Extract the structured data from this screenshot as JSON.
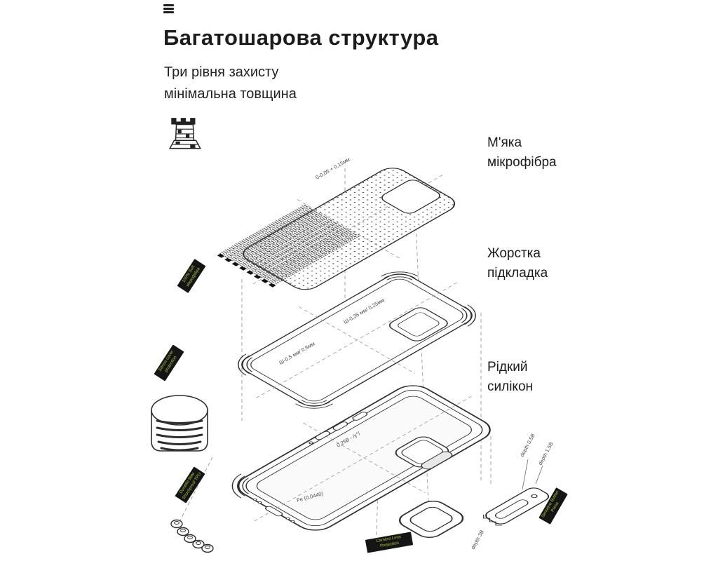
{
  "header": {
    "title": "Багатошарова структура",
    "subtitle_line1": "Три рівня захисту",
    "subtitle_line2": "мінімальна товщина"
  },
  "layer_labels": [
    {
      "id": "microfiber",
      "text": "М'яка мікрофібра"
    },
    {
      "id": "hard-lining",
      "text": "Жорстка підкладка"
    },
    {
      "id": "liquid-silicone",
      "text": "Рідкий силікон"
    }
  ],
  "measurements": [
    {
      "text": "0-0,05 + 0,15мм"
    },
    {
      "text": "Ш-0,35 мм/ 0,25мм"
    },
    {
      "text": "Ш-0,5 мм/ 0,5мм"
    },
    {
      "text": "0,25В - /у°/"
    },
    {
      "text": "Fe (0,0440)"
    },
    {
      "text": "depth 0,5В"
    },
    {
      "text": "depth 1,5В"
    },
    {
      "text": "depth 3В"
    }
  ],
  "badges": [
    {
      "text": "100% Soft мікрофібра"
    },
    {
      "text": "Silicon cover protection"
    },
    {
      "text": "Durable 9мм Shockproof TPU"
    },
    {
      "text": "Camera Lens Protection"
    },
    {
      "text": "Sensitive Button Press"
    }
  ],
  "icons": {
    "menu": "three-lines-icon",
    "castle": "castle-tower-icon"
  },
  "colors": {
    "text": "#1c1c1c",
    "stroke": "#2e2e2e",
    "dashed": "#9a9a9a",
    "badge_bg": "#151515",
    "badge_text": "#a7c93c"
  }
}
